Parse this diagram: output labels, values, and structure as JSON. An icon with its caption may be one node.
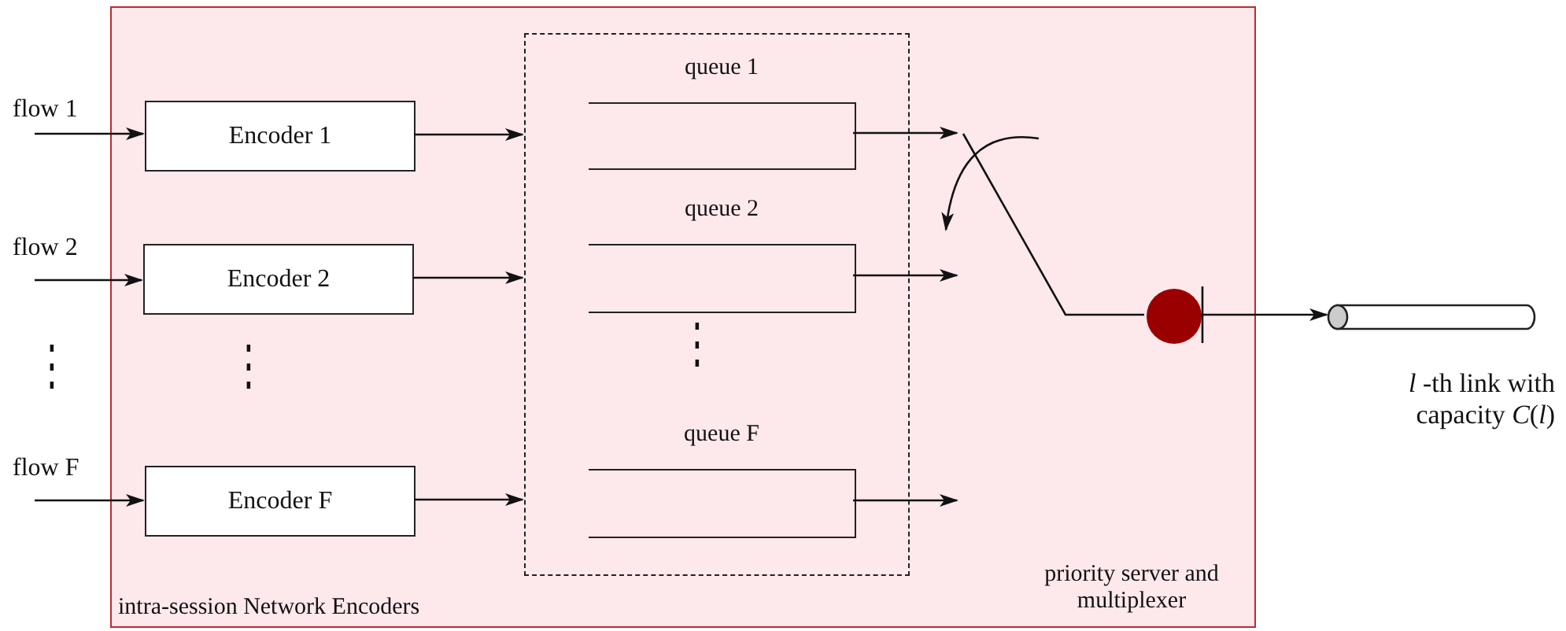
{
  "diagram": {
    "nodes": [
      {
        "text": [
          "intra-session Network Encoders",
          "priority server and multiplexer"
        ]
      },
      {
        "text": [
          "flow 1"
        ]
      },
      {
        "text": [
          "flow 2"
        ]
      },
      {
        "text": [
          "flow F"
        ]
      },
      {
        "text": [
          "Encoder 1"
        ],
        "in": 0
      },
      {
        "text": [
          "Encoder 2"
        ],
        "in": 0
      },
      {
        "text": [
          "Encoder F"
        ],
        "in": 0
      },
      {
        "text": [],
        "shape": "box",
        "in": 0
      },
      {
        "text": [
          "queue 1"
        ],
        "in": 7
      },
      {
        "text": [
          "queue 2"
        ],
        "in": 7
      },
      {
        "text": [
          "queue F"
        ],
        "in": 7
      },
      {
        "text": [],
        "shape": "circle",
        "in": 0
      },
      {
        "text": [],
        "shape": "cylinder",
        "beside": [
          "*l* -th link with capacity *C*(*l*)"
        ]
      }
    ],
    "edges": [
      {
        "from": 1,
        "to": 4,
        "arrow": "to"
      },
      {
        "from": 2,
        "to": 5,
        "arrow": "to"
      },
      {
        "from": 3,
        "to": 6,
        "arrow": "to"
      },
      {
        "from": 4,
        "to": 7,
        "arrow": "to"
      },
      {
        "from": 5,
        "to": 7,
        "arrow": "to"
      },
      {
        "from": 6,
        "to": 7,
        "arrow": "to"
      },
      {
        "from": 8,
        "to": null,
        "arrow": "to"
      },
      {
        "from": 9,
        "to": null,
        "arrow": "to"
      },
      {
        "from": 10,
        "to": null,
        "arrow": "to"
      },
      {
        "from": null,
        "to": 11,
        "arrow": "none"
      },
      {
        "from": 11,
        "to": 12,
        "arrow": "to"
      }
    ],
    "labels": [
      "⋮",
      "⋮",
      "⋮"
    ]
  }
}
